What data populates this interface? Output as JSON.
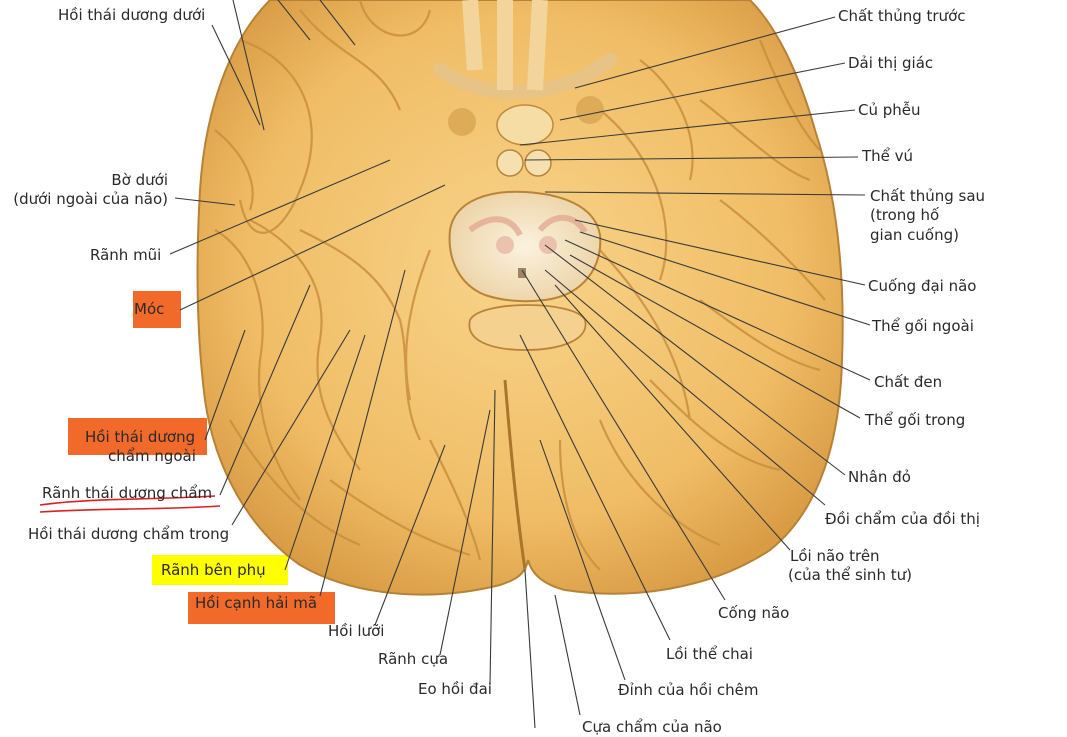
{
  "colors": {
    "brain_fill": "#f2c373",
    "brain_shade": "#d9a24a",
    "brain_light": "#fbe3a8",
    "midbrain": "#f6ead2",
    "leader": "#3a3a3a",
    "highlight_orange": "#f26a2a",
    "highlight_yellow": "#ffff00",
    "underline_red": "#e02020"
  },
  "labels": {
    "hoi_thai_duong_duoi": "Hồi thái dương dưới",
    "bo_duoi_1": "Bờ dưới",
    "bo_duoi_2": "(dưới ngoài của não)",
    "ranh_mui": "Rãnh mũi",
    "moc": "Móc",
    "hoi_thai_duong_cham_ngoai_1": "Hồi thái dương",
    "hoi_thai_duong_cham_ngoai_2": "chẩm ngoài",
    "ranh_thai_duong_cham": "Rãnh thái dương chẩm",
    "hoi_thai_duong_cham_trong": "Hồi thái dương chẩm trong",
    "ranh_ben_phu": "Rãnh bên phụ",
    "hoi_canh_hai_ma": "Hồi cạnh hải mã",
    "hoi_luoi": "Hồi lưỡi",
    "ranh_cua": "Rãnh cựa",
    "eo_hoi_dai": "Eo hồi đai",
    "chat_thung_truoc": "Chất thủng trước",
    "dai_thi_giac": "Dải thị giác",
    "cu_pheu": "Củ phễu",
    "the_vu": "Thể vú",
    "chat_thung_sau_1": "Chất thủng sau",
    "chat_thung_sau_2": "(trong hố",
    "chat_thung_sau_3": "gian cuống)",
    "cuong_dai_nao": "Cuống đại não",
    "the_goi_ngoai": "Thể gối ngoài",
    "chat_den": "Chất đen",
    "the_goi_trong": "Thể gối trong",
    "nhan_do": "Nhân đỏ",
    "doi_cham": "Đồi chẩm của đồi thị",
    "loi_nao_tren_1": "Lồi não trên",
    "loi_nao_tren_2": "(của thể sinh tư)",
    "cong_nao": "Cống não",
    "loi_the_chai": "Lồi thể chai",
    "dinh_hoi_chem": "Đỉnh của hồi chêm",
    "cua_cham_partial": "Cựa chẩm của não"
  },
  "highlights": {
    "orange": [
      "moc",
      "hoi_thai_duong_cham_ngoai",
      "hoi_canh_hai_ma"
    ],
    "yellow": [
      "ranh_ben_phu"
    ],
    "red_underline": [
      "ranh_thai_duong_cham"
    ]
  }
}
